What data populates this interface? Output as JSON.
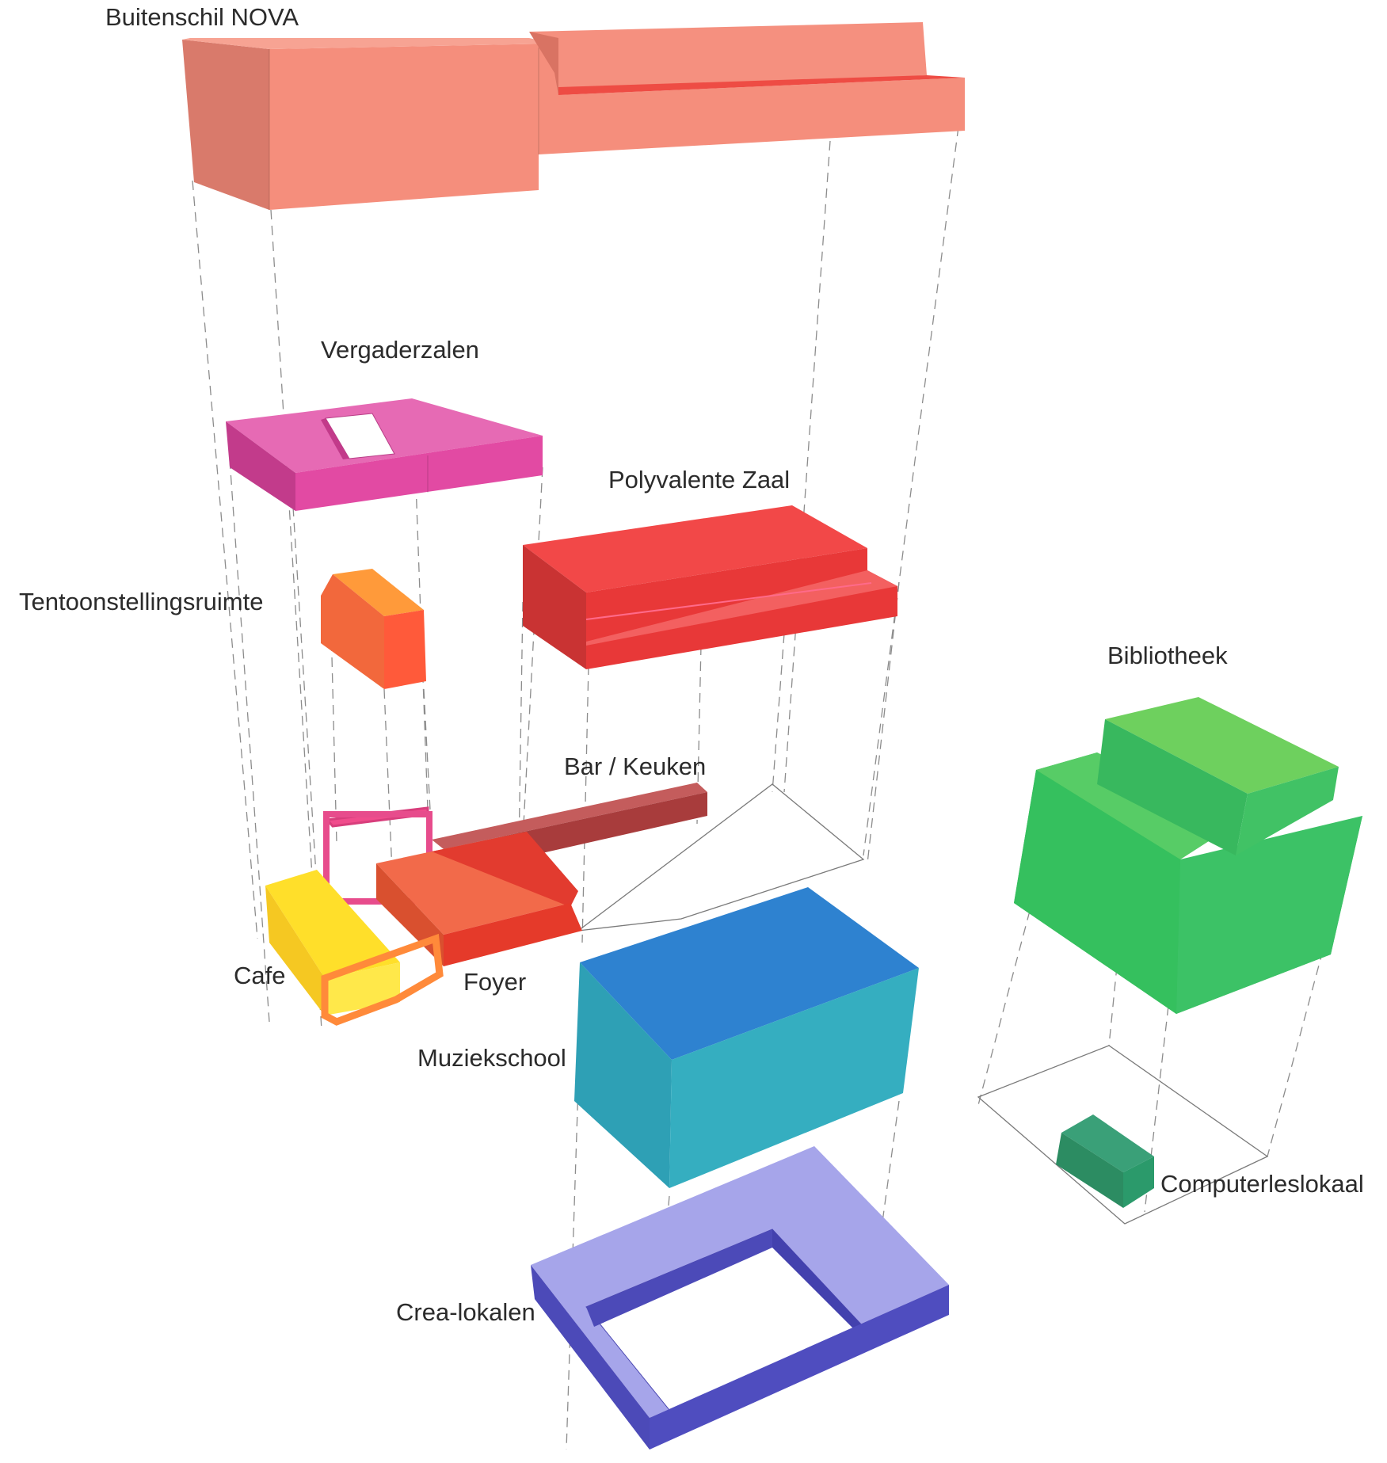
{
  "labels": {
    "buitenschil": "Buitenschil NOVA",
    "vergaderzalen": "Vergaderzalen",
    "polyvalente_zaal": "Polyvalente Zaal",
    "tentoonstellingsruimte": "Tentoonstellingsruimte",
    "bibliotheek": "Bibliotheek",
    "bar_keuken": "Bar / Keuken",
    "cafe": "Cafe",
    "foyer": "Foyer",
    "muziekschool": "Muziekschool",
    "computerleslokaal": "Computerleslokaal",
    "crea_lokalen": "Crea-lokalen"
  },
  "colors": {
    "buitenschil": "#f48a78",
    "vergaderzalen": "#e0459f",
    "polyvalente_zaal": "#ec3b3b",
    "tentoonstellingsruimte": "#ff7a3c",
    "bar_keuken": "#b84545",
    "cafe": "#ffe22a",
    "foyer": "#f25a3a",
    "muziekschool": "#2f9fb8",
    "muziekschool_top": "#2d86d0",
    "bibliotheek": "#36c25a",
    "computerleslokaal": "#2c9a6c",
    "crea_lokalen": "#9b9ae6"
  }
}
